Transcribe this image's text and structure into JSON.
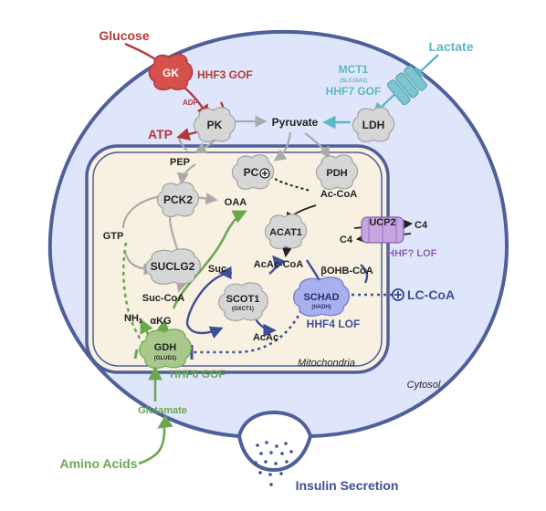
{
  "labels": {
    "glucose": "Glucose",
    "lactate": "Lactate",
    "gk": "GK",
    "hhf3": "HHF3 GOF",
    "mct1": "MCT1",
    "slc16a1": "(SLC16A1)",
    "hhf7": "HHF7 GOF",
    "adp": "ADP",
    "atp": "ATP",
    "pk": "PK",
    "pyruvate": "Pyruvate",
    "ldh": "LDH",
    "pep": "PEP",
    "pc": "PC",
    "pdh": "PDH",
    "pck2": "PCK2",
    "oaa": "OAA",
    "accoa": "Ac-CoA",
    "acat1": "ACAT1",
    "ucp2": "UCP2",
    "c4_right": "C4",
    "c4_left": "C4",
    "hhf_lof": "HHF? LOF",
    "gtp": "GTP",
    "suclg2": "SUCLG2",
    "suc": "Suc",
    "acaccoa": "AcAc-CoA",
    "bohbcoa": "βOHB-CoA",
    "succoa": "Suc-CoA",
    "scot1": "SCOT1",
    "oxct1": "(OXCT1)",
    "schad": "SCHAD",
    "hadh": "(HADH)",
    "lccoa": "LC-CoA",
    "nh3": "NH",
    "nh3_sub": "3",
    "akg": "αKG",
    "acac": "AcAc",
    "hhf4": "HHF4 LOF",
    "gdh": "GDH",
    "glud1": "(GLUD1)",
    "hhf6": "HHF6 GOF",
    "mitochondria": "Mitochondria",
    "cytosol": "Cytosol",
    "glutamate": "Glutamate",
    "amino_acids": "Amino Acids",
    "insulin": "Insulin Secretion"
  },
  "colors": {
    "cell_fill": "#dfe6fb",
    "cell_stroke": "#4f5f9a",
    "mito_fill": "#f8f1e2",
    "mito_stroke": "#4f5f9a",
    "red": "#b0393b",
    "teal": "#5fb6c4",
    "green": "#6aa84f",
    "purple": "#8a5fb6",
    "navy": "#3f4f96",
    "gray": "#b8b8b8",
    "text": "#1e1e1e"
  }
}
